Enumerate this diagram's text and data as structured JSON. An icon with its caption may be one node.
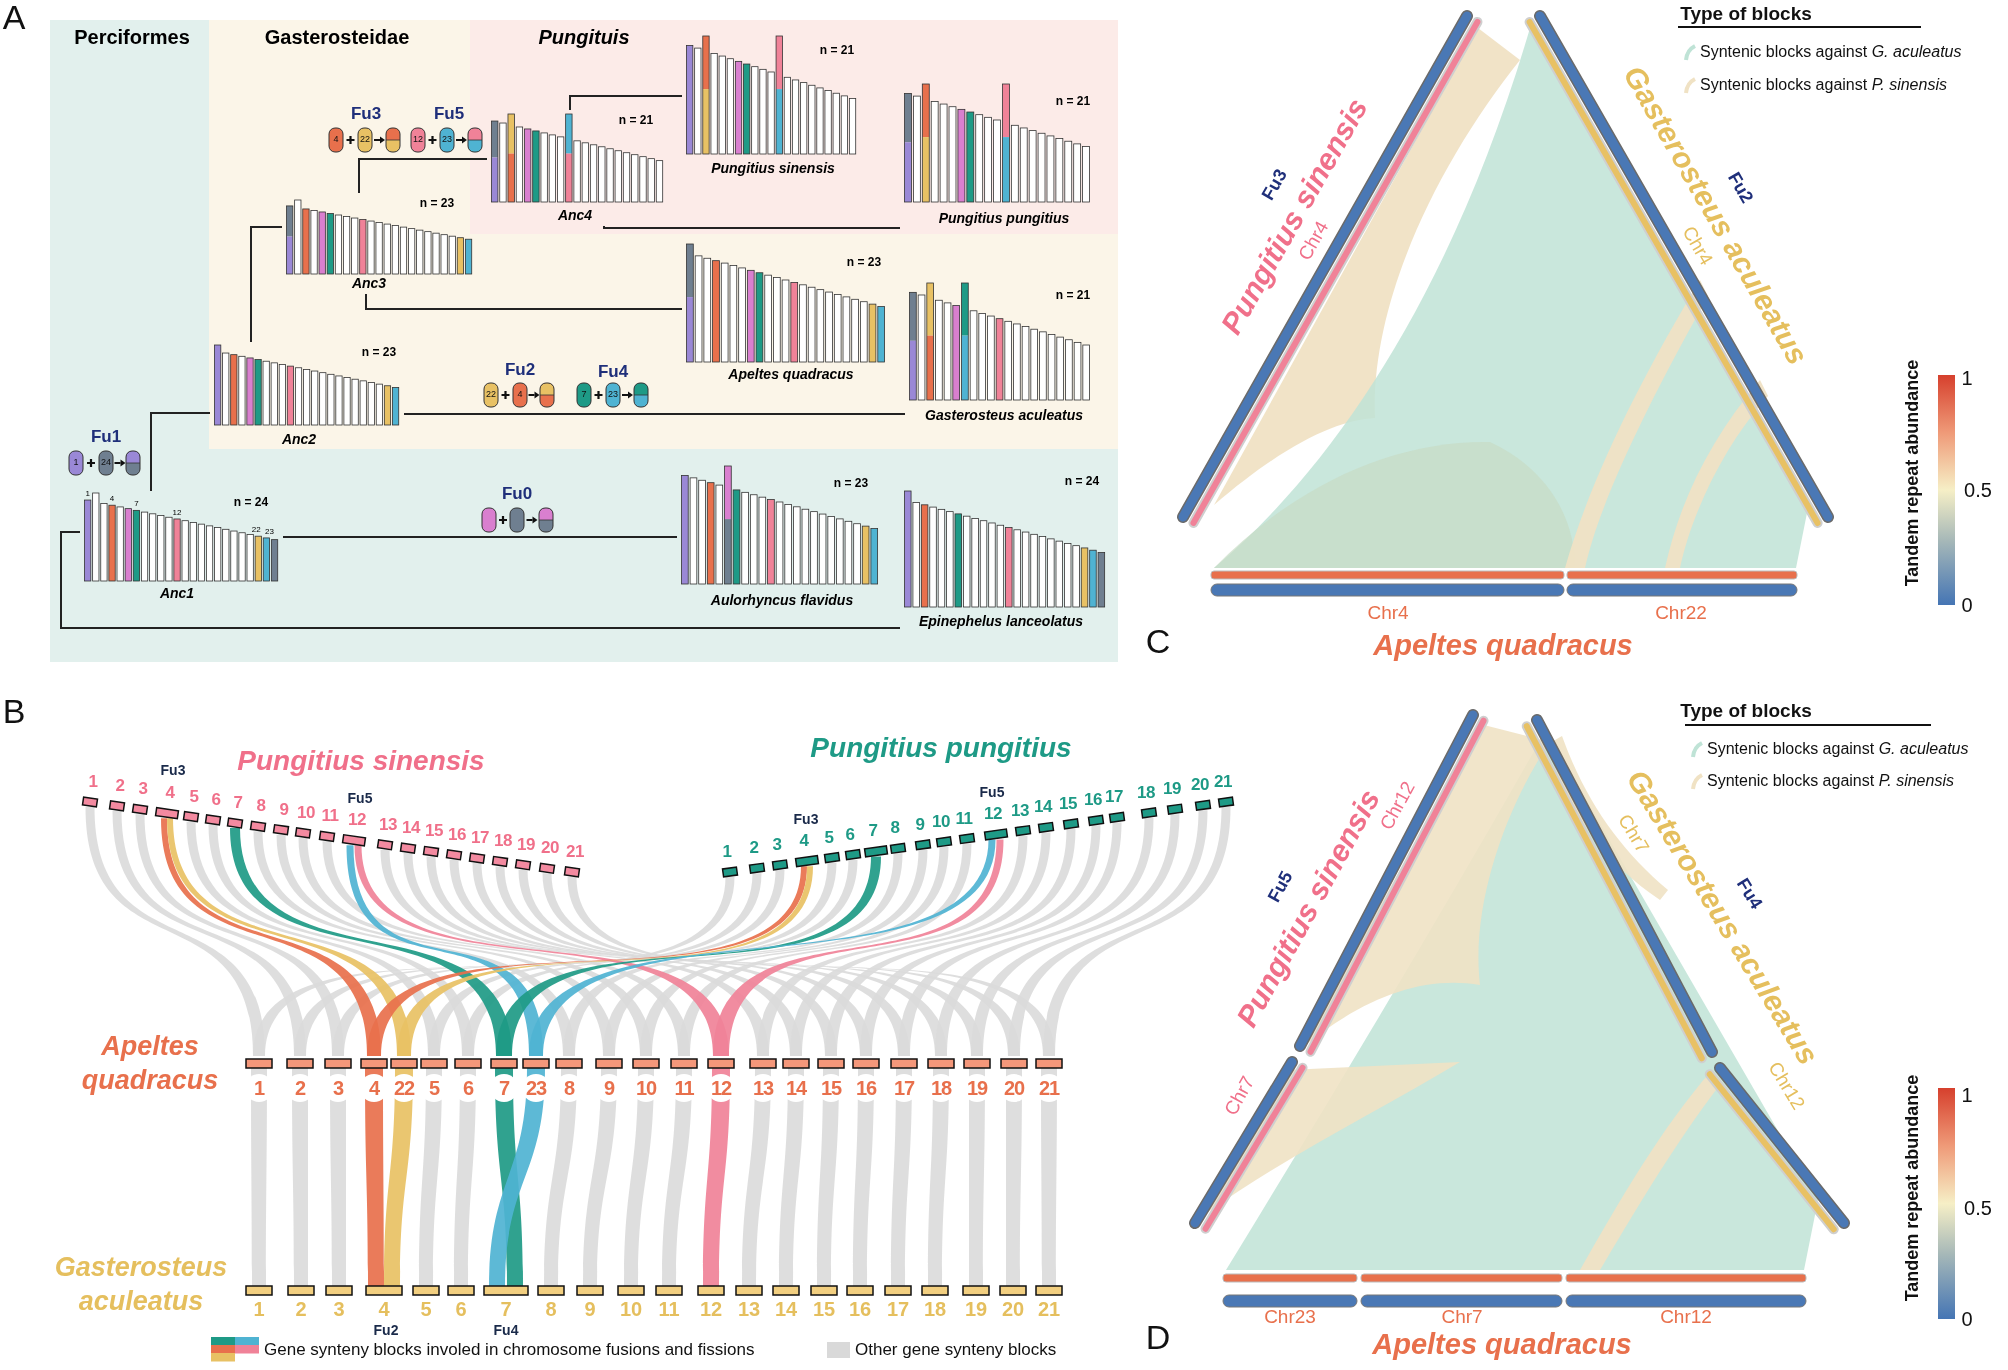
{
  "diagram": {
    "nodes": [
      {
        "text": [
          "Perciformes"
        ]
      },
      {
        "text": [
          "Gasterosteidae"
        ],
        "in": 0
      },
      {
        "text": [
          "Pungituis"
        ],
        "in": 1
      },
      {
        "text": [
          "n = 21",
          "Anc4"
        ],
        "in": 2
      },
      {
        "text": [
          "n = 21",
          "Pungitius sinensis"
        ],
        "in": 2
      },
      {
        "text": [
          "n = 21",
          "Pungitius pungitius"
        ],
        "in": 2
      },
      {
        "text": [
          "n = 23",
          "Anc3"
        ],
        "in": 1
      },
      {
        "text": [
          "n = 23",
          "Apeltes quadracus"
        ],
        "in": 1
      },
      {
        "text": [
          "n = 21",
          "Gasterosteus aculeatus"
        ],
        "in": 1
      },
      {
        "text": [
          "n = 23",
          "Anc2"
        ],
        "in": 1
      },
      {
        "text": [
          "n = 24",
          "Anc1",
          "1",
          "4",
          "7",
          "12",
          "22",
          "23"
        ],
        "in": 0
      },
      {
        "text": [
          "n = 23",
          "Aulorhyncus flavidus"
        ],
        "in": 0
      },
      {
        "text": [
          "n = 24",
          "Epinephelus lanceolatus"
        ],
        "in": 0
      }
    ],
    "edges": [
      {
        "from": 10,
        "to": 12,
        "arrow": "none"
      },
      {
        "from": 10,
        "to": 9,
        "arrow": "none"
      },
      {
        "from": 10,
        "to": 11,
        "arrow": "none"
      },
      {
        "from": 9,
        "to": 6,
        "arrow": "none"
      },
      {
        "from": 9,
        "to": 8,
        "arrow": "none"
      },
      {
        "from": 6,
        "to": 3,
        "arrow": "none"
      },
      {
        "from": 6,
        "to": 7,
        "arrow": "none"
      },
      {
        "from": 3,
        "to": 4,
        "arrow": "none"
      },
      {
        "from": 3,
        "to": 5,
        "arrow": "none"
      }
    ],
    "labels": [
      "A",
      "Fu3",
      "4",
      "22",
      "Fu5",
      "12",
      "23",
      "Fu2",
      "22",
      "4",
      "Fu4",
      "7",
      "23",
      "Fu1",
      "1",
      "24",
      "Fu0",
      "B",
      "Pungitius sinensis",
      "Pungitius pungitius",
      "Fu3",
      "Fu5",
      "Fu3",
      "Fu5",
      "1",
      "2",
      "3",
      "4",
      "5",
      "6",
      "7",
      "8",
      "9",
      "10",
      "11",
      "12",
      "13",
      "14",
      "15",
      "16",
      "17",
      "18",
      "19",
      "20",
      "21",
      "1",
      "2",
      "3",
      "4",
      "5",
      "6",
      "7",
      "8",
      "9",
      "10",
      "11",
      "12",
      "13",
      "14",
      "15",
      "16",
      "17",
      "18",
      "19",
      "20",
      "21",
      "Apeltes quadracus",
      "1",
      "2",
      "3",
      "4",
      "22",
      "5",
      "6",
      "7",
      "23",
      "8",
      "9",
      "10",
      "11",
      "12",
      "13",
      "14",
      "15",
      "16",
      "17",
      "18",
      "19",
      "20",
      "21",
      "Gasterosteus aculeatus",
      "1",
      "2",
      "3",
      "4",
      "5",
      "6",
      "7",
      "8",
      "9",
      "10",
      "11",
      "12",
      "13",
      "14",
      "15",
      "16",
      "17",
      "18",
      "19",
      "20",
      "21",
      "Fu2",
      "Fu4",
      "C",
      "Pungitius sinensis",
      "Chr4",
      "Fu3",
      "Gasterosteus aculeatus",
      "Chr4",
      "Fu2",
      "Chr4",
      "Chr22",
      "Apeltes quadracus",
      "Type of blocks",
      "Tandem repeat abundance",
      "1",
      "0.5",
      "0",
      "D",
      "Pungitius sinensis",
      "Chr12",
      "Chr7",
      "Fu5",
      "Gasterosteus aculeatus",
      "Chr7",
      "Chr12",
      "Fu4",
      "Chr23",
      "Chr7",
      "Chr12",
      "Apeltes quadracus",
      "Type of blocks",
      "Tandem repeat abundance",
      "1",
      "0.5",
      "0"
    ],
    "legend": [
      {
        "text": "Gene synteny blocks involed in chromosome fusions and fissions"
      },
      {
        "text": "Other gene synteny blocks",
        "color": "#d9d9d9"
      },
      {
        "text": "Syntenic blocks against *G. aculeatus*",
        "color": "#bfe3d6"
      },
      {
        "text": "Syntenic blocks against *P. sinensis*",
        "color": "#f0e2c4"
      },
      {
        "text": "Syntenic blocks against *G. aculeatus*",
        "color": "#bfe3d6"
      },
      {
        "text": "Syntenic blocks against *P. sinensis*",
        "color": "#f0e2c4"
      }
    ]
  }
}
